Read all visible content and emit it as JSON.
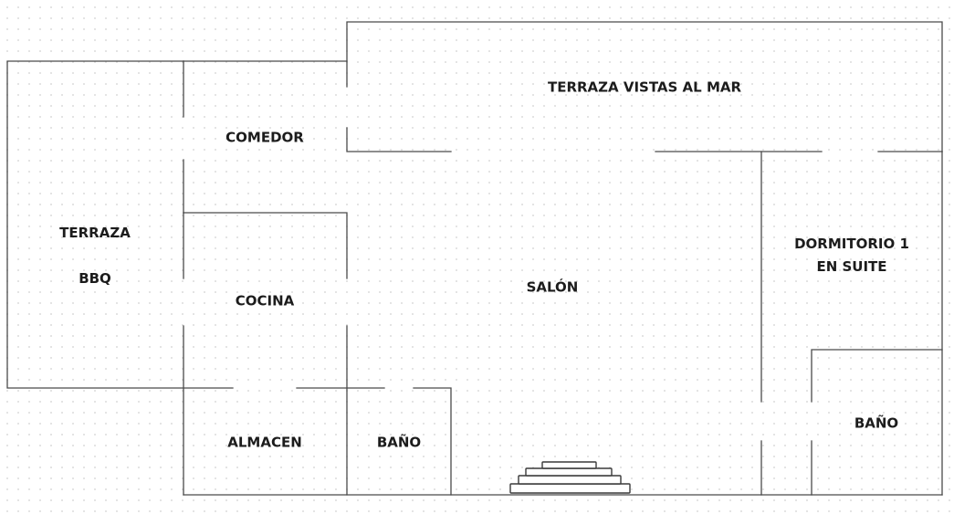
{
  "rooms": {
    "terraza_vistas_al_mar": "TERRAZA VISTAS AL MAR",
    "comedor": "COMEDOR",
    "terraza_bbq_line1": "TERRAZA",
    "terraza_bbq_line2": "BBQ",
    "cocina": "COCINA",
    "salon": "SALÓN",
    "dormitorio_line1": "DORMITORIO 1",
    "dormitorio_line2": "EN SUITE",
    "almacen": "ALMACEN",
    "bano_1": "BAÑO",
    "bano_2": "BAÑO"
  },
  "colors": {
    "wall": "#4a4a4a",
    "text": "#1c1c1c",
    "background": "#ffffff",
    "grid_dots": "#dcdcdc"
  }
}
